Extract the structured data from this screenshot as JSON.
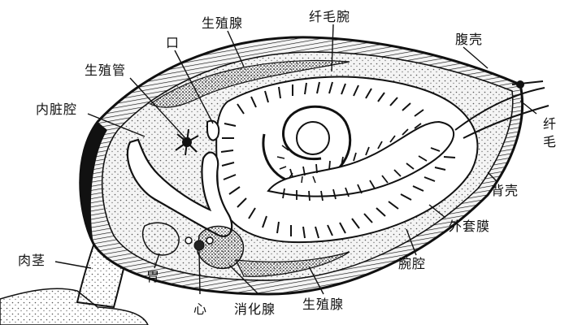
{
  "colors": {
    "ink": "#111111",
    "paper": "#ffffff",
    "stipple": "#555555"
  },
  "labels": {
    "gonad_top": "生殖腺",
    "cilia_gill": "纤毛腕",
    "ventral_shell": "腹壳",
    "mouth": "口",
    "genital_duct": "生殖管",
    "visceral_cavity": "内脏腔",
    "cilia": "纤毛",
    "dorsal_shell": "背壳",
    "outer_mantle": "外套膜",
    "brachial_cavity": "腕腔",
    "pedicle": "肉茎",
    "stomach": "胃",
    "heart": "心",
    "digestive_gland": "消化腺",
    "gonad_bottom": "生殖腺"
  }
}
